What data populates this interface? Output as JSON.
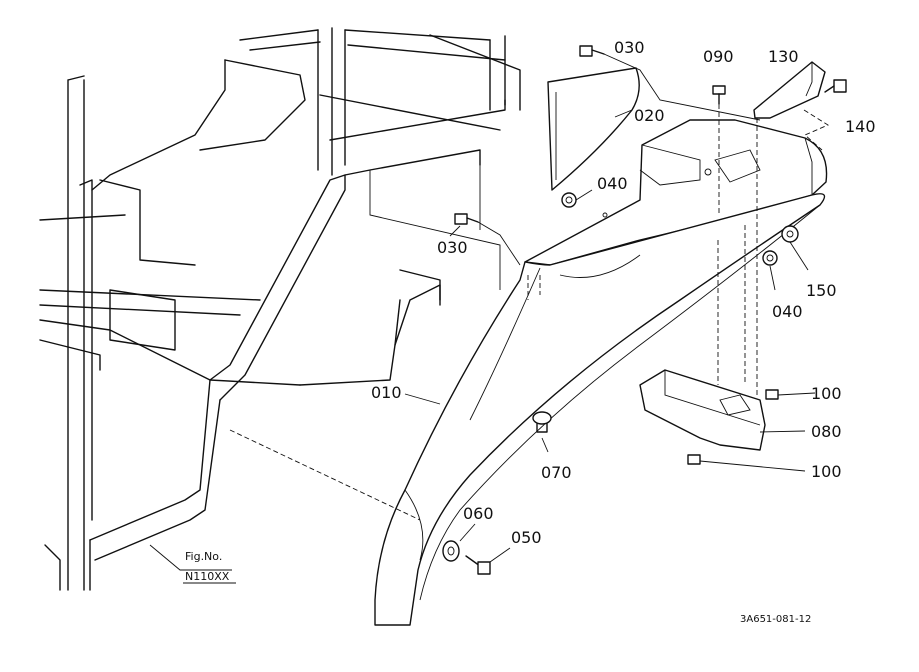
{
  "callouts": {
    "p030_top": "030",
    "p090": "090",
    "p130": "130",
    "p020": "020",
    "p140": "140",
    "p040_upper": "040",
    "p030_mid": "030",
    "p150": "150",
    "p040_lower": "040",
    "p010": "010",
    "p100_upper": "100",
    "p080": "080",
    "p070": "070",
    "p100_lower": "100",
    "p060": "060",
    "p050": "050"
  },
  "figure_ref": {
    "line1": "Fig.No.",
    "line2": "N110XX"
  },
  "drawing_code": "3A651-081-12"
}
